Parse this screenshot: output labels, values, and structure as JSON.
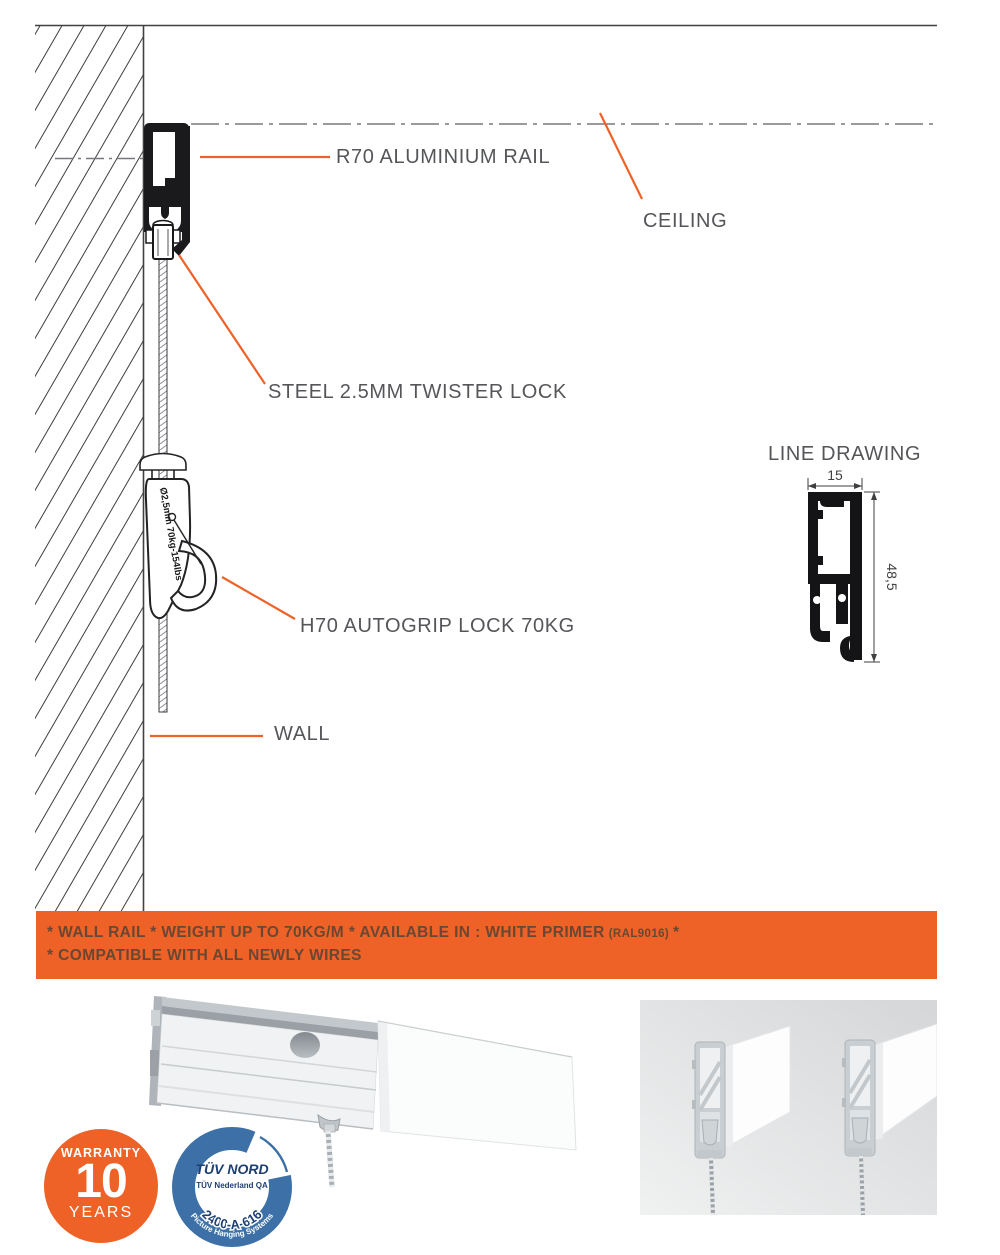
{
  "colors": {
    "accent_orange": "#EE6227",
    "banner_text": "#6A4733",
    "label_gray": "#55565A",
    "drawing_line": "#2E2E30",
    "centerline_gray": "#77787B",
    "tuv_blue": "#3C70A6",
    "tuv_navy": "#1D3F72",
    "photo_bg": "#DCDEDF"
  },
  "diagram": {
    "labels": {
      "rail": "R70 ALUMINIUM RAIL",
      "ceiling": "CEILING",
      "twister": "STEEL 2.5MM TWISTER LOCK",
      "autogrip": "H70 AUTOGRIP LOCK 70KG",
      "wall": "WALL",
      "hook_marking": "Ø2,5mm 70kg-154lbs"
    },
    "line_drawing": {
      "title": "LINE DRAWING",
      "width_mm": "15",
      "height_mm": "48,5"
    }
  },
  "banner": {
    "line1_main": "* WALL RAIL * WEIGHT UP TO 70KG/M * AVAILABLE IN : WHITE PRIMER",
    "line1_small": "(RAL9016)",
    "line1_tail": "*",
    "line2": "* COMPATIBLE WITH ALL NEWLY WIRES"
  },
  "badges": {
    "warranty": {
      "top": "WARRANTY",
      "number": "10",
      "bottom": "YEARS"
    },
    "tuv": {
      "brand": "TÜV NORD",
      "sub": "TÜV Nederland QA",
      "cert": "2400-A-616",
      "scope": "Picture Hanging Systems"
    }
  }
}
